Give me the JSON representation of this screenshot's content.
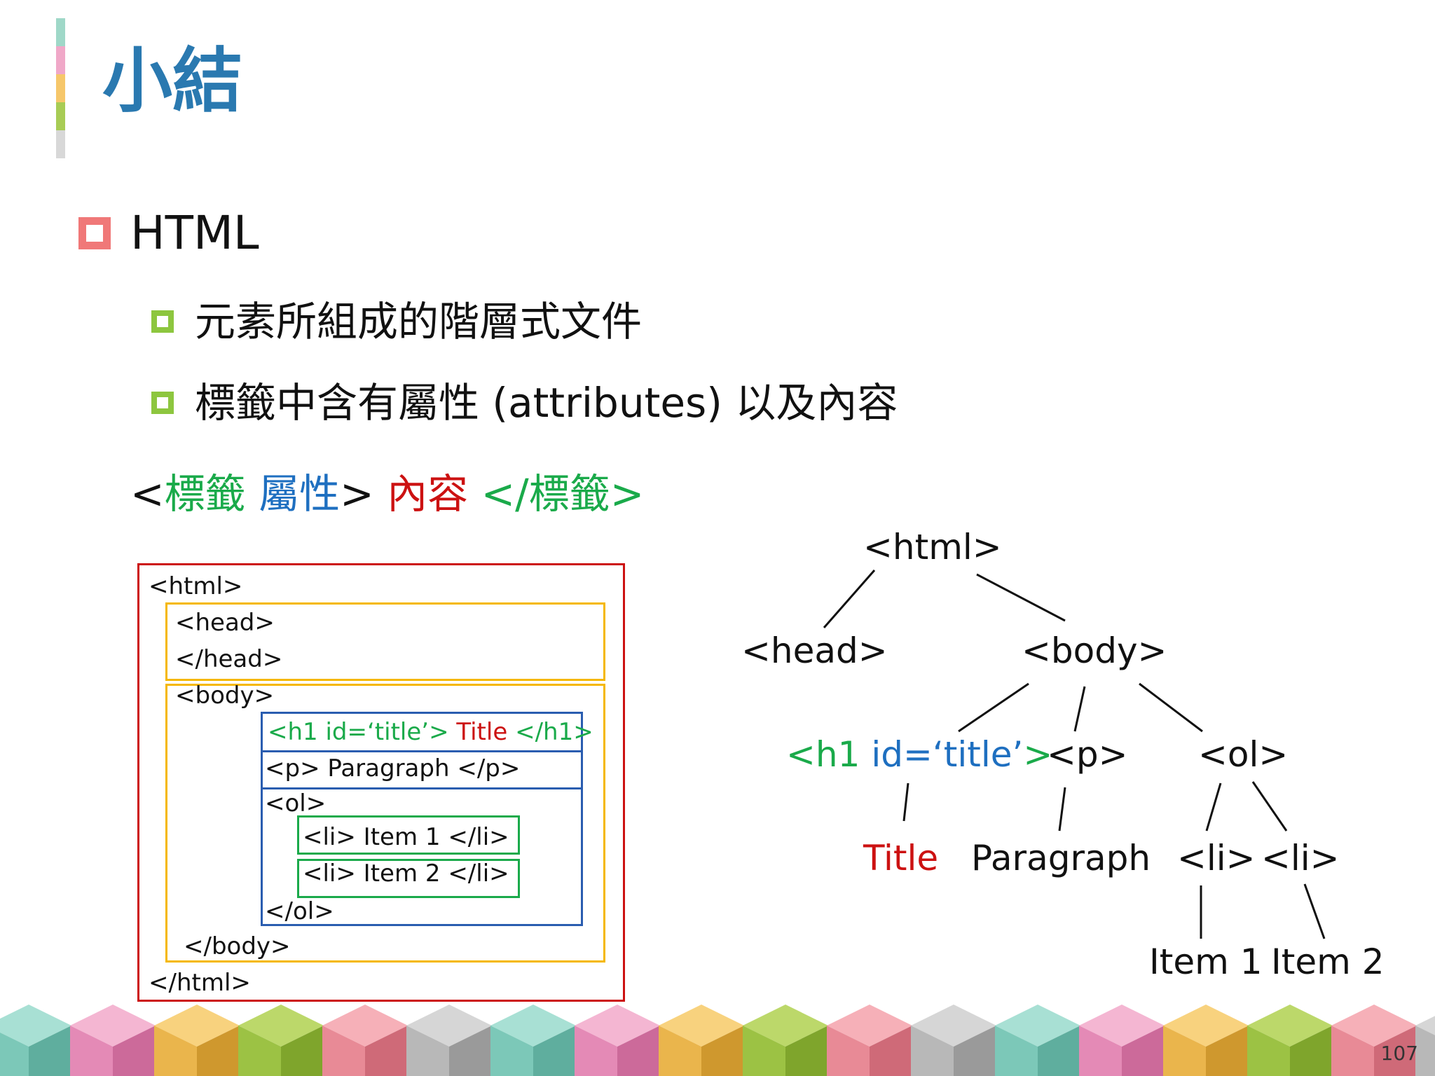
{
  "title": "小結",
  "bullets": {
    "main": "HTML",
    "sub": [
      "元素所組成的階層式文件",
      "標籤中含有屬性 (attributes) 以及內容"
    ]
  },
  "syntax": {
    "open_lt": "<",
    "tag": "標籤",
    "attr": "屬性",
    "open_gt": ">",
    "content": "內容",
    "close": "</標籤>"
  },
  "code": {
    "html_open": "<html>",
    "head_open": "<head>",
    "head_close": "</head>",
    "body_open": "<body>",
    "h1_tag": "<h1 id=‘title’>",
    "h1_content": "Title",
    "h1_close": "</h1>",
    "p_line": "<p> Paragraph </p>",
    "ol_open": "<ol>",
    "li1": "<li> Item 1 </li>",
    "li2": "<li> Item 2 </li>",
    "ol_close": "</ol>",
    "body_close": "</body>",
    "html_close": "</html>"
  },
  "tree": {
    "html": "<html>",
    "head": "<head>",
    "body": "<body>",
    "h1_tag": "<h1",
    "h1_attr": "id=‘title’",
    "h1_end": ">",
    "p": "<p>",
    "ol": "<ol>",
    "title": "Title",
    "paragraph": "Paragraph",
    "li1": "<li>",
    "li2": "<li>",
    "item1": "Item 1",
    "item2": "Item 2"
  },
  "colors": {
    "title": "#2a79b0",
    "pink_bullet": "#f07878",
    "green_bullet": "#8dc63f",
    "tag_green": "#1aaa4a",
    "attr_blue": "#1e6fc0",
    "content_red": "#cc1111",
    "box_red": "#cc1111",
    "box_orange": "#f5b800",
    "box_blue": "#2a5db0",
    "box_green": "#1aaa4a"
  },
  "page_number": "107"
}
